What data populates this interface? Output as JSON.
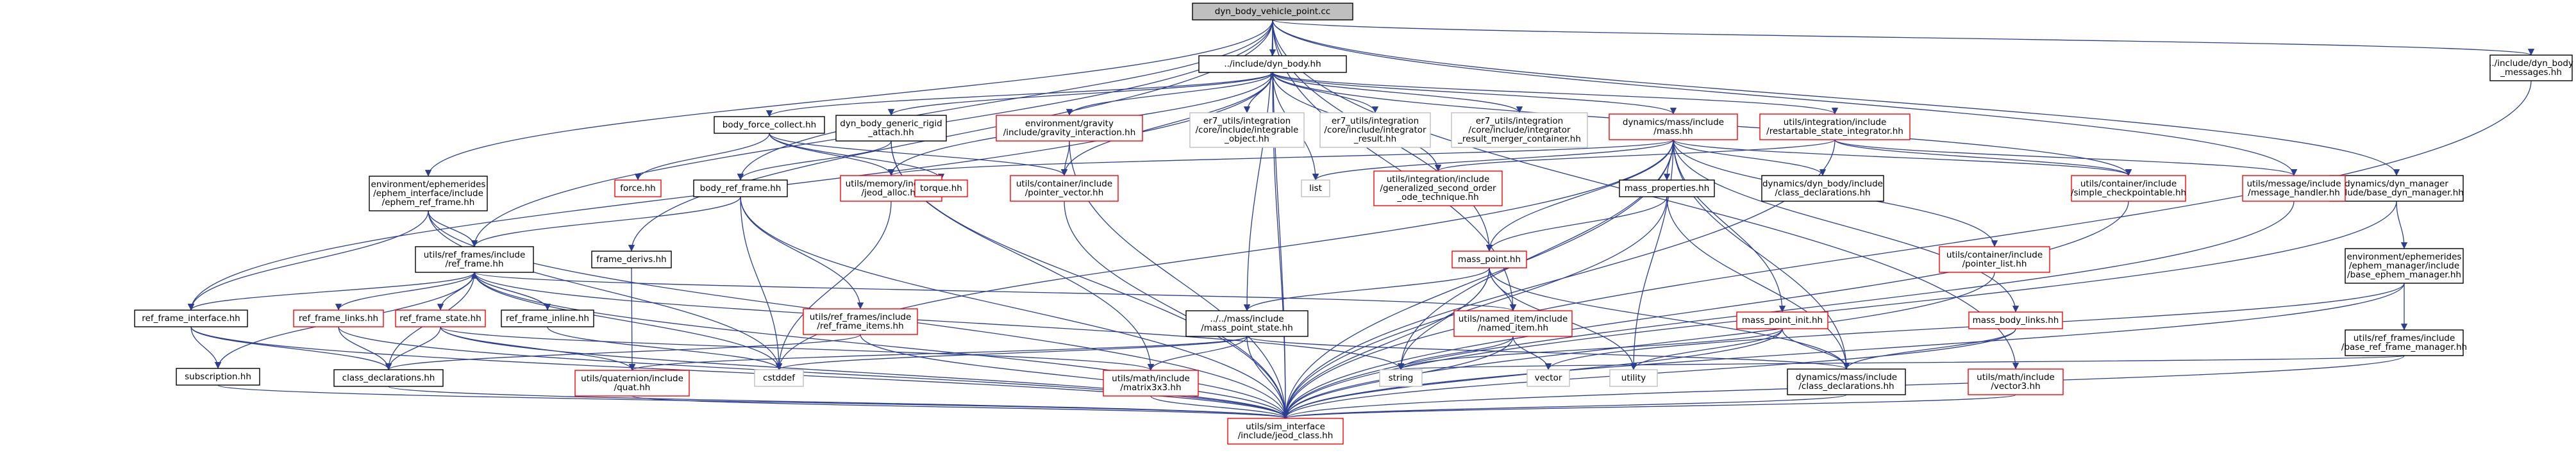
{
  "colors": {
    "edge": "#2c3e8f",
    "root_fill": "#bfbfbf",
    "normal_border": "#000000",
    "red_border": "#ff0000",
    "gray_border": "#bfbfbf",
    "text": "#000000"
  },
  "nodes": [
    {
      "id": "root",
      "lines": [
        "dyn_body_vehicle_point.cc"
      ],
      "style": "root"
    },
    {
      "id": "dyn_body_hh",
      "lines": [
        "../include/dyn_body.hh"
      ],
      "style": "normal"
    },
    {
      "id": "dyn_body_messages",
      "lines": [
        "../include/dyn_body",
        "_messages.hh"
      ],
      "style": "normal"
    },
    {
      "id": "base_dyn_manager",
      "lines": [
        "dynamics/dyn_manager",
        "/include/base_dyn_manager.hh"
      ],
      "style": "normal"
    },
    {
      "id": "base_ephem_manager",
      "lines": [
        "environment/ephemerides",
        "/ephem_manager/include",
        "/base_ephem_manager.hh"
      ],
      "style": "normal"
    },
    {
      "id": "base_ref_frame_manager",
      "lines": [
        "utils/ref_frames/include",
        "/base_ref_frame_manager.hh"
      ],
      "style": "normal"
    },
    {
      "id": "ephem_ref_frame",
      "lines": [
        "environment/ephemerides",
        "/ephem_interface/include",
        "/ephem_ref_frame.hh"
      ],
      "style": "normal"
    },
    {
      "id": "body_force_collect",
      "lines": [
        "body_force_collect.hh"
      ],
      "style": "normal"
    },
    {
      "id": "dyn_body_generic_rigid",
      "lines": [
        "dyn_body_generic_rigid",
        "_attach.hh"
      ],
      "style": "normal"
    },
    {
      "id": "gravity_interaction",
      "lines": [
        "environment/gravity",
        "/include/gravity_interaction.hh"
      ],
      "style": "red"
    },
    {
      "id": "integrable_object",
      "lines": [
        "er7_utils/integration",
        "/core/include/integrable",
        "_object.hh"
      ],
      "style": "gray"
    },
    {
      "id": "integrator_result",
      "lines": [
        "er7_utils/integration",
        "/core/include/integrator",
        "_result.hh"
      ],
      "style": "gray"
    },
    {
      "id": "integrator_result_merger",
      "lines": [
        "er7_utils/integration",
        "/core/include/integrator",
        "_result_merger_container.hh"
      ],
      "style": "gray"
    },
    {
      "id": "mass_hh",
      "lines": [
        "dynamics/mass/include",
        "/mass.hh"
      ],
      "style": "red"
    },
    {
      "id": "restartable_state_integrator",
      "lines": [
        "utils/integration/include",
        "/restartable_state_integrator.hh"
      ],
      "style": "red"
    },
    {
      "id": "force_hh",
      "lines": [
        "force.hh"
      ],
      "style": "red"
    },
    {
      "id": "body_ref_frame",
      "lines": [
        "body_ref_frame.hh"
      ],
      "style": "normal"
    },
    {
      "id": "jeod_alloc",
      "lines": [
        "utils/memory/include",
        "/jeod_alloc.hh"
      ],
      "style": "red"
    },
    {
      "id": "torque_hh",
      "lines": [
        "torque.hh"
      ],
      "style": "red"
    },
    {
      "id": "pointer_vector",
      "lines": [
        "utils/container/include",
        "/pointer_vector.hh"
      ],
      "style": "red"
    },
    {
      "id": "list",
      "lines": [
        "list"
      ],
      "style": "gray"
    },
    {
      "id": "generalized_second_order",
      "lines": [
        "utils/integration/include",
        "/generalized_second_order",
        "_ode_technique.hh"
      ],
      "style": "red"
    },
    {
      "id": "mass_properties",
      "lines": [
        "mass_properties.hh"
      ],
      "style": "normal"
    },
    {
      "id": "dyn_body_class_decl",
      "lines": [
        "dynamics/dyn_body/include",
        "/class_declarations.hh"
      ],
      "style": "normal"
    },
    {
      "id": "simple_checkpointable",
      "lines": [
        "utils/container/include",
        "/simple_checkpointable.hh"
      ],
      "style": "red"
    },
    {
      "id": "message_handler",
      "lines": [
        "utils/message/include",
        "/message_handler.hh"
      ],
      "style": "red"
    },
    {
      "id": "ref_frame_hh",
      "lines": [
        "utils/ref_frames/include",
        "/ref_frame.hh"
      ],
      "style": "normal"
    },
    {
      "id": "frame_derivs",
      "lines": [
        "frame_derivs.hh"
      ],
      "style": "normal"
    },
    {
      "id": "ref_frame_items",
      "lines": [
        "utils/ref_frames/include",
        "/ref_frame_items.hh"
      ],
      "style": "red"
    },
    {
      "id": "mass_point",
      "lines": [
        "mass_point.hh"
      ],
      "style": "red"
    },
    {
      "id": "pointer_list",
      "lines": [
        "utils/container/include",
        "/pointer_list.hh"
      ],
      "style": "red"
    },
    {
      "id": "mass_body_links",
      "lines": [
        "mass_body_links.hh"
      ],
      "style": "red"
    },
    {
      "id": "ref_frame_interface",
      "lines": [
        "ref_frame_interface.hh"
      ],
      "style": "normal"
    },
    {
      "id": "ref_frame_links",
      "lines": [
        "ref_frame_links.hh"
      ],
      "style": "red"
    },
    {
      "id": "ref_frame_state",
      "lines": [
        "ref_frame_state.hh"
      ],
      "style": "red"
    },
    {
      "id": "ref_frame_inline",
      "lines": [
        "ref_frame_inline.hh"
      ],
      "style": "normal"
    },
    {
      "id": "mass_point_state",
      "lines": [
        "../../mass/include",
        "/mass_point_state.hh"
      ],
      "style": "normal"
    },
    {
      "id": "named_item",
      "lines": [
        "utils/named_item/include",
        "/named_item.hh"
      ],
      "style": "red"
    },
    {
      "id": "mass_point_init",
      "lines": [
        "mass_point_init.hh"
      ],
      "style": "red"
    },
    {
      "id": "subscription",
      "lines": [
        "subscription.hh"
      ],
      "style": "normal"
    },
    {
      "id": "class_declarations",
      "lines": [
        "class_declarations.hh"
      ],
      "style": "normal"
    },
    {
      "id": "quat_hh",
      "lines": [
        "utils/quaternion/include",
        "/quat.hh"
      ],
      "style": "red"
    },
    {
      "id": "cstddef",
      "lines": [
        "cstddef"
      ],
      "style": "gray"
    },
    {
      "id": "matrix3x3",
      "lines": [
        "utils/math/include",
        "/matrix3x3.hh"
      ],
      "style": "red"
    },
    {
      "id": "string",
      "lines": [
        "string"
      ],
      "style": "gray"
    },
    {
      "id": "vector",
      "lines": [
        "vector"
      ],
      "style": "gray"
    },
    {
      "id": "utility",
      "lines": [
        "utility"
      ],
      "style": "gray"
    },
    {
      "id": "mass_class_decl",
      "lines": [
        "dynamics/mass/include",
        "/class_declarations.hh"
      ],
      "style": "normal"
    },
    {
      "id": "vector3",
      "lines": [
        "utils/math/include",
        "/vector3.hh"
      ],
      "style": "red"
    },
    {
      "id": "jeod_class",
      "lines": [
        "utils/sim_interface",
        "/include/jeod_class.hh"
      ],
      "style": "red"
    }
  ],
  "edges": [
    [
      "root",
      "dyn_body_hh"
    ],
    [
      "root",
      "dyn_body_messages"
    ],
    [
      "root",
      "base_dyn_manager"
    ],
    [
      "root",
      "ephem_ref_frame"
    ],
    [
      "root",
      "body_ref_frame"
    ],
    [
      "root",
      "frame_derivs"
    ],
    [
      "root",
      "mass_point_state"
    ],
    [
      "root",
      "vector3"
    ],
    [
      "root",
      "message_handler"
    ],
    [
      "root",
      "ref_frame_hh"
    ],
    [
      "root",
      "mass_point"
    ],
    [
      "root",
      "named_item"
    ],
    [
      "root",
      "jeod_class"
    ],
    [
      "dyn_body_hh",
      "body_force_collect"
    ],
    [
      "dyn_body_hh",
      "dyn_body_generic_rigid"
    ],
    [
      "dyn_body_hh",
      "gravity_interaction"
    ],
    [
      "dyn_body_hh",
      "integrable_object"
    ],
    [
      "dyn_body_hh",
      "integrator_result"
    ],
    [
      "dyn_body_hh",
      "integrator_result_merger"
    ],
    [
      "dyn_body_hh",
      "mass_hh"
    ],
    [
      "dyn_body_hh",
      "restartable_state_integrator"
    ],
    [
      "dyn_body_hh",
      "list"
    ],
    [
      "dyn_body_hh",
      "generalized_second_order"
    ],
    [
      "dyn_body_hh",
      "simple_checkpointable"
    ],
    [
      "dyn_body_hh",
      "jeod_alloc"
    ],
    [
      "dyn_body_hh",
      "pointer_vector"
    ],
    [
      "dyn_body_hh",
      "ref_frame_interface"
    ],
    [
      "dyn_body_hh",
      "jeod_class"
    ],
    [
      "dyn_body_messages",
      "jeod_class"
    ],
    [
      "base_dyn_manager",
      "base_ephem_manager"
    ],
    [
      "base_dyn_manager",
      "jeod_class"
    ],
    [
      "base_ephem_manager",
      "base_ref_frame_manager"
    ],
    [
      "base_ephem_manager",
      "vector"
    ],
    [
      "base_ephem_manager",
      "jeod_class"
    ],
    [
      "base_ref_frame_manager",
      "string"
    ],
    [
      "base_ref_frame_manager",
      "jeod_class"
    ],
    [
      "ephem_ref_frame",
      "ref_frame_hh"
    ],
    [
      "ephem_ref_frame",
      "ref_frame_interface"
    ],
    [
      "ephem_ref_frame",
      "cstddef"
    ],
    [
      "ephem_ref_frame",
      "jeod_class"
    ],
    [
      "body_force_collect",
      "force_hh"
    ],
    [
      "body_force_collect",
      "torque_hh"
    ],
    [
      "body_force_collect",
      "jeod_alloc"
    ],
    [
      "body_force_collect",
      "pointer_vector"
    ],
    [
      "dyn_body_generic_rigid",
      "body_ref_frame"
    ],
    [
      "dyn_body_generic_rigid",
      "matrix3x3"
    ],
    [
      "dyn_body_generic_rigid",
      "jeod_class"
    ],
    [
      "gravity_interaction",
      "pointer_vector"
    ],
    [
      "gravity_interaction",
      "jeod_class"
    ],
    [
      "mass_hh",
      "mass_properties"
    ],
    [
      "mass_hh",
      "dyn_body_class_decl"
    ],
    [
      "mass_hh",
      "mass_point"
    ],
    [
      "mass_hh",
      "mass_point_init"
    ],
    [
      "mass_hh",
      "mass_body_links"
    ],
    [
      "mass_hh",
      "list"
    ],
    [
      "mass_hh",
      "cstddef"
    ],
    [
      "mass_hh",
      "string"
    ],
    [
      "mass_hh",
      "utility"
    ],
    [
      "mass_hh",
      "jeod_alloc"
    ],
    [
      "mass_hh",
      "pointer_list"
    ],
    [
      "mass_hh",
      "simple_checkpointable"
    ],
    [
      "mass_hh",
      "mass_class_decl"
    ],
    [
      "mass_hh",
      "jeod_class"
    ],
    [
      "restartable_state_integrator",
      "generalized_second_order"
    ],
    [
      "restartable_state_integrator",
      "simple_checkpointable"
    ],
    [
      "restartable_state_integrator",
      "message_handler"
    ],
    [
      "restartable_state_integrator",
      "jeod_class"
    ],
    [
      "body_ref_frame",
      "ref_frame_hh"
    ],
    [
      "body_ref_frame",
      "ref_frame_items"
    ],
    [
      "body_ref_frame",
      "cstddef"
    ],
    [
      "body_ref_frame",
      "jeod_class"
    ],
    [
      "jeod_alloc",
      "cstddef"
    ],
    [
      "pointer_vector",
      "jeod_class"
    ],
    [
      "mass_properties",
      "mass_point"
    ],
    [
      "mass_properties",
      "mass_class_decl"
    ],
    [
      "mass_properties",
      "jeod_class"
    ],
    [
      "simple_checkpointable",
      "jeod_class"
    ],
    [
      "message_handler",
      "jeod_class"
    ],
    [
      "ref_frame_hh",
      "ref_frame_interface"
    ],
    [
      "ref_frame_hh",
      "ref_frame_links"
    ],
    [
      "ref_frame_hh",
      "ref_frame_state"
    ],
    [
      "ref_frame_hh",
      "ref_frame_inline"
    ],
    [
      "ref_frame_hh",
      "subscription"
    ],
    [
      "ref_frame_hh",
      "class_declarations"
    ],
    [
      "ref_frame_hh",
      "named_item"
    ],
    [
      "ref_frame_hh",
      "cstddef"
    ],
    [
      "ref_frame_hh",
      "string"
    ],
    [
      "ref_frame_hh",
      "jeod_class"
    ],
    [
      "frame_derivs",
      "quat_hh"
    ],
    [
      "ref_frame_items",
      "class_declarations"
    ],
    [
      "ref_frame_items",
      "jeod_class"
    ],
    [
      "mass_point",
      "mass_point_state"
    ],
    [
      "mass_point",
      "named_item"
    ],
    [
      "mass_point",
      "string"
    ],
    [
      "mass_point",
      "utility"
    ],
    [
      "mass_point",
      "mass_class_decl"
    ],
    [
      "mass_point",
      "jeod_class"
    ],
    [
      "pointer_list",
      "jeod_class"
    ],
    [
      "mass_body_links",
      "mass_class_decl"
    ],
    [
      "mass_body_links",
      "jeod_class"
    ],
    [
      "ref_frame_interface",
      "subscription"
    ],
    [
      "ref_frame_interface",
      "class_declarations"
    ],
    [
      "ref_frame_interface",
      "jeod_class"
    ],
    [
      "ref_frame_links",
      "class_declarations"
    ],
    [
      "ref_frame_links",
      "jeod_class"
    ],
    [
      "ref_frame_state",
      "class_declarations"
    ],
    [
      "ref_frame_state",
      "quat_hh"
    ],
    [
      "ref_frame_state",
      "matrix3x3"
    ],
    [
      "ref_frame_state",
      "jeod_class"
    ],
    [
      "ref_frame_inline",
      "ref_frame_hh"
    ],
    [
      "ref_frame_inline",
      "cstddef"
    ],
    [
      "mass_point_state",
      "matrix3x3"
    ],
    [
      "mass_point_state",
      "quat_hh"
    ],
    [
      "mass_point_state",
      "mass_class_decl"
    ],
    [
      "mass_point_state",
      "cstddef"
    ],
    [
      "mass_point_state",
      "jeod_class"
    ],
    [
      "named_item",
      "string"
    ],
    [
      "named_item",
      "vector"
    ],
    [
      "named_item",
      "jeod_class"
    ],
    [
      "mass_point_init",
      "utility"
    ],
    [
      "mass_point_init",
      "mass_class_decl"
    ],
    [
      "mass_point_init",
      "string"
    ],
    [
      "mass_point_init",
      "jeod_class"
    ],
    [
      "subscription",
      "jeod_class"
    ],
    [
      "class_declarations",
      "jeod_class"
    ],
    [
      "quat_hh",
      "jeod_class"
    ],
    [
      "matrix3x3",
      "jeod_class"
    ],
    [
      "mass_class_decl",
      "jeod_class"
    ],
    [
      "vector3",
      "jeod_class"
    ]
  ]
}
